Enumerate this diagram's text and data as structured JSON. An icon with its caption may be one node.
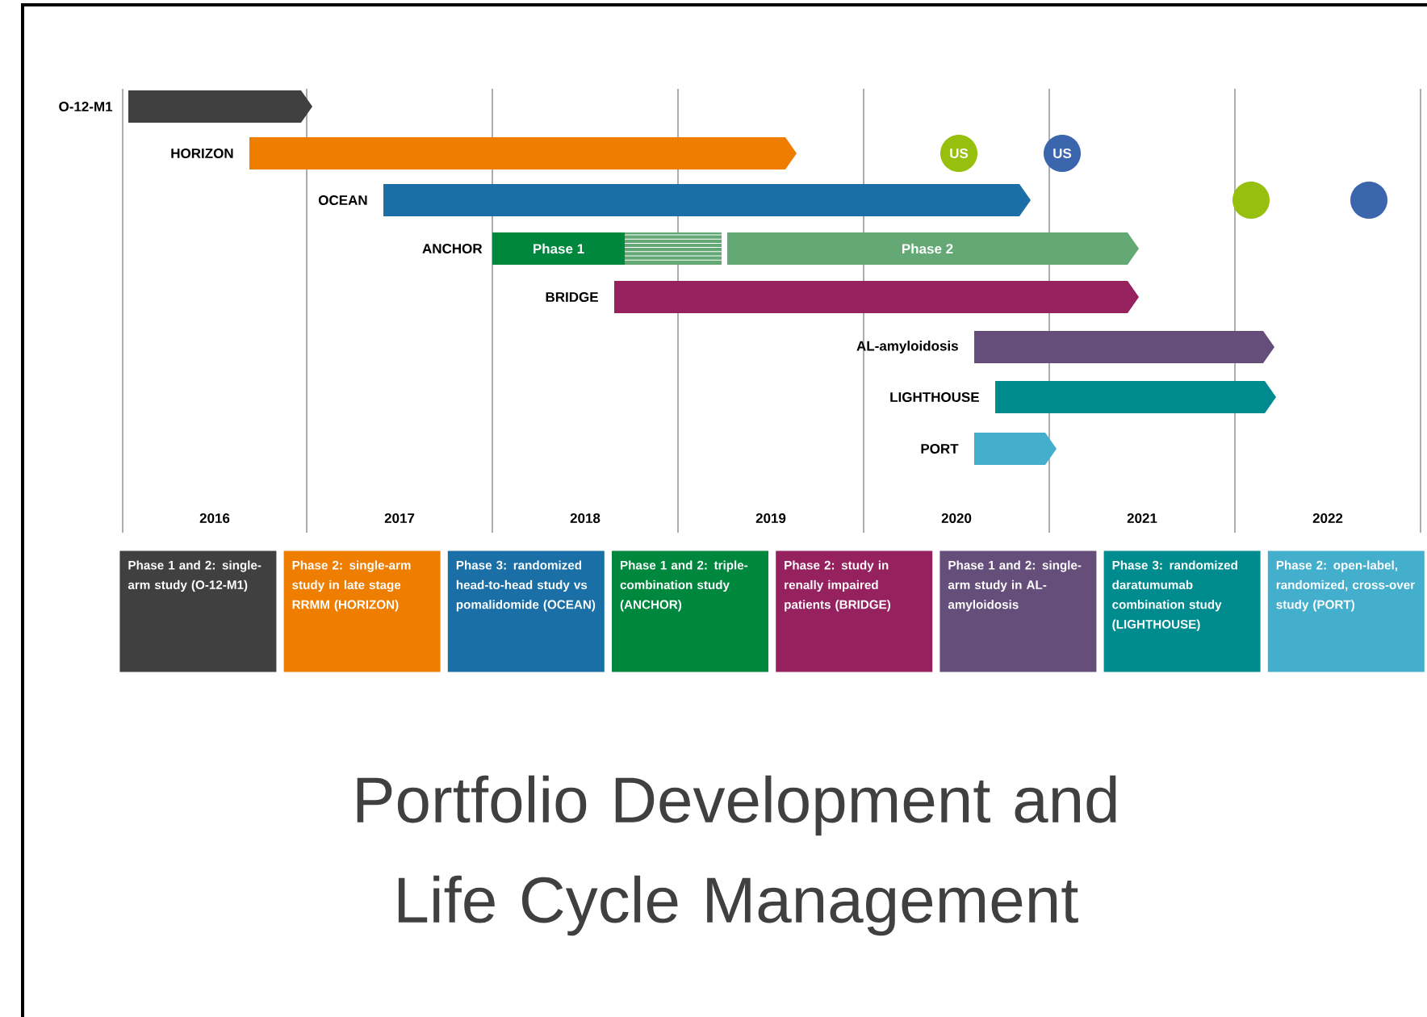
{
  "diagram": {
    "title": "Portfolio Development and Life Cycle Management",
    "nodes": [
      {
        "text": [],
        "shape": "bar",
        "beside": [
          "O-12-M1"
        ]
      },
      {
        "text": [],
        "shape": "bar",
        "beside": [
          "HORIZON"
        ]
      },
      {
        "text": [
          "US"
        ]
      },
      {
        "text": [
          "US"
        ]
      },
      {
        "text": [],
        "shape": "bar",
        "beside": [
          "OCEAN"
        ]
      },
      {
        "text": [],
        "shape": "circle"
      },
      {
        "text": [],
        "shape": "circle"
      },
      {
        "text": [
          "Phase 1"
        ],
        "beside": [
          "ANCHOR"
        ]
      },
      {
        "text": [
          "Phase 2"
        ]
      },
      {
        "text": [],
        "shape": "bar",
        "beside": [
          "BRIDGE"
        ]
      },
      {
        "text": [],
        "shape": "bar",
        "beside": [
          "AL-amyloidosis"
        ]
      },
      {
        "text": [],
        "shape": "bar",
        "beside": [
          "LIGHTHOUSE"
        ]
      },
      {
        "text": [],
        "shape": "bar",
        "beside": [
          "PORT"
        ]
      },
      {
        "text": [
          "Phase 1 and 2: single-arm study (O-12-M1)"
        ]
      },
      {
        "text": [
          "Phase 2: single-arm study in late stage RRMM (HORIZON)"
        ]
      },
      {
        "text": [
          "Phase 3: randomized head-to-head study vs pomalidomide (OCEAN)"
        ]
      },
      {
        "text": [
          "Phase 1 and 2: triple-combination study (ANCHOR)"
        ]
      },
      {
        "text": [
          "Phase 2: study in renally impaired patients (BRIDGE)"
        ]
      },
      {
        "text": [
          "Phase 1 and 2: single-arm study in AL-amyloidosis"
        ]
      },
      {
        "text": [
          "Phase 3: randomized daratumumab combination study (LIGHTHOUSE)"
        ]
      },
      {
        "text": [
          "Phase 2: open-label, randomized, cross-over study (PORT)"
        ]
      }
    ],
    "labels": [
      "2016",
      "2017",
      "2018",
      "2019",
      "2020",
      "2021",
      "2022"
    ]
  }
}
